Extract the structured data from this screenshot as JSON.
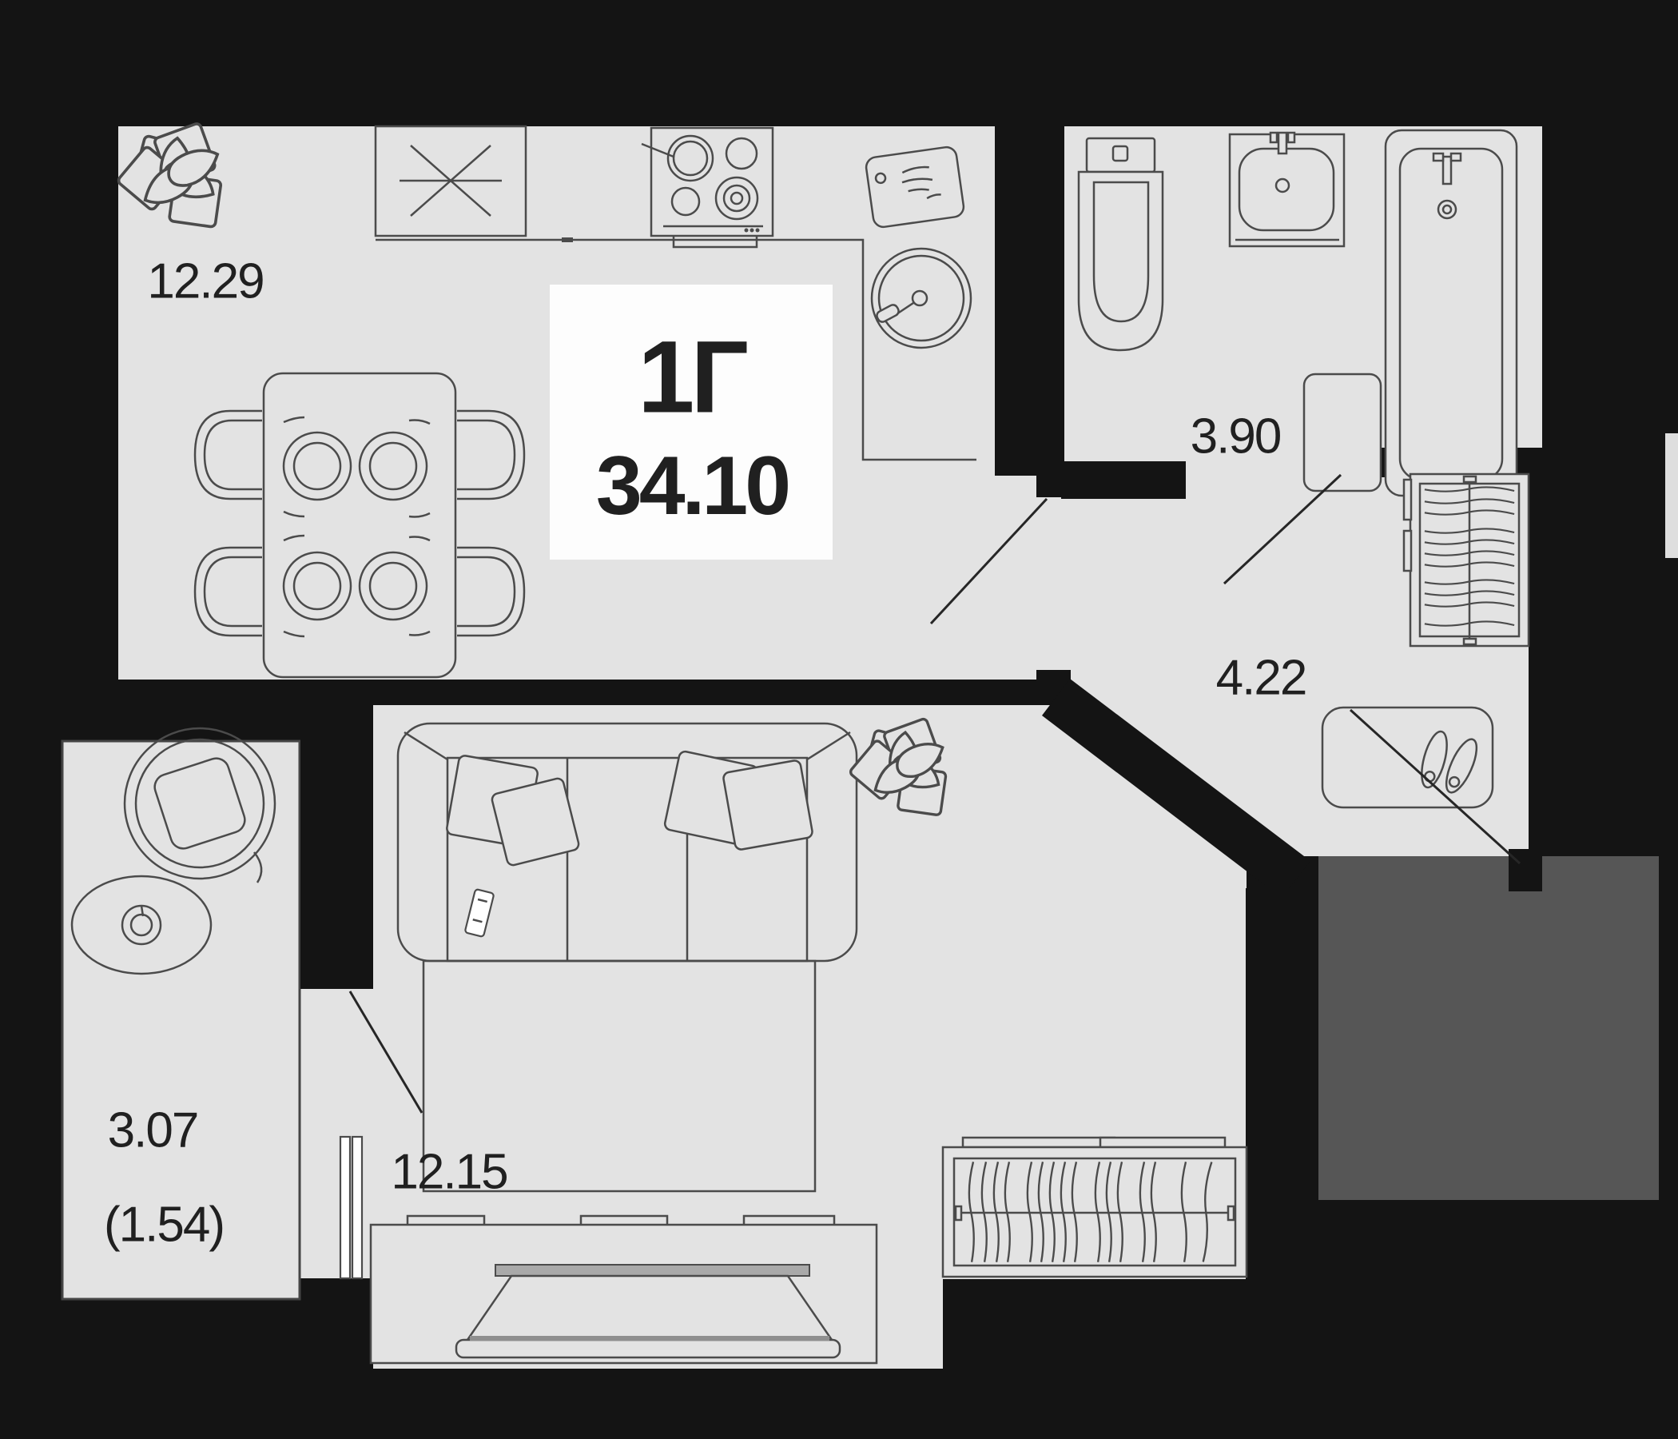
{
  "plan": {
    "unit_card": {
      "type_label": "1Г",
      "total_area": "34.10"
    },
    "rooms": [
      {
        "id": "kitchen-dining",
        "area_label": "12.29"
      },
      {
        "id": "bathroom",
        "area_label": "3.90"
      },
      {
        "id": "hallway",
        "area_label": "4.22"
      },
      {
        "id": "living-room",
        "area_label": "12.15"
      },
      {
        "id": "balcony",
        "area_label": "3.07",
        "area_label_reduced": "(1.54)"
      }
    ],
    "colors": {
      "bg": "#141414",
      "floor": "#e3e3e3",
      "outside": "#565656",
      "card": "#fdfdfd",
      "ink": "#202020",
      "line": "#4b4b4b"
    },
    "furniture": [
      "plant",
      "dining-table",
      "chair",
      "fridge-unit",
      "stove",
      "kitchen-sink",
      "cutting-board",
      "toilet",
      "washbasin",
      "bathtub",
      "washing-machine",
      "wardrobe-with-hangers",
      "shoe-cabinet",
      "sofa",
      "rug",
      "tv-console",
      "armchair",
      "side-table",
      "balcony-door"
    ]
  }
}
